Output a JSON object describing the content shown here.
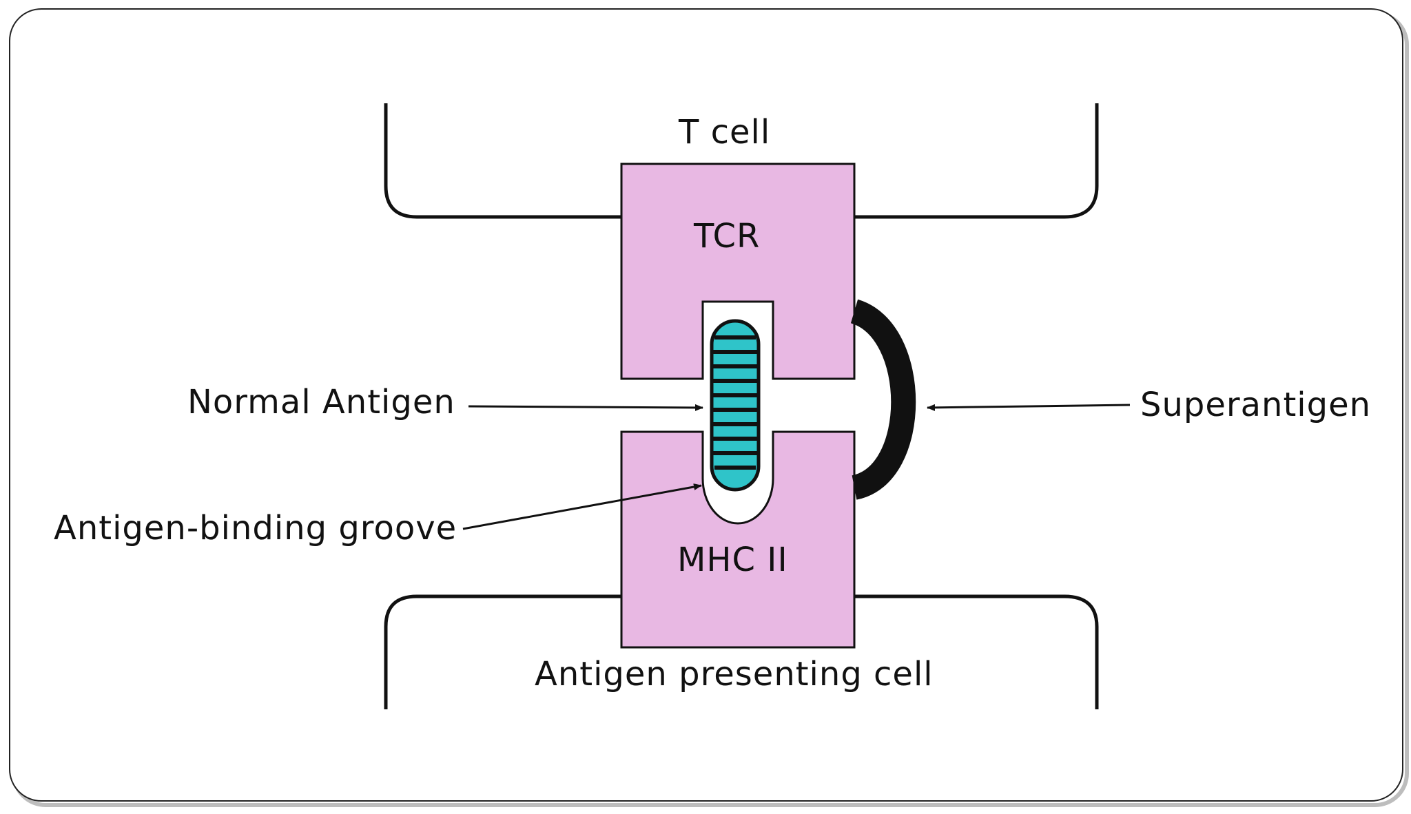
{
  "labels": {
    "t_cell": "T cell",
    "tcr": "TCR",
    "mhc": "MHC II",
    "apc": "Antigen presenting cell",
    "normal_antigen": "Normal Antigen",
    "superantigen": "Superantigen",
    "groove": "Antigen-binding groove"
  },
  "colors": {
    "receptor_fill": "#e8b8e3",
    "antigen_fill": "#2fc4c9",
    "stripe": "#111111",
    "line": "#111111",
    "frame": "#222222",
    "frame_shadow": "#bdbdbd"
  }
}
